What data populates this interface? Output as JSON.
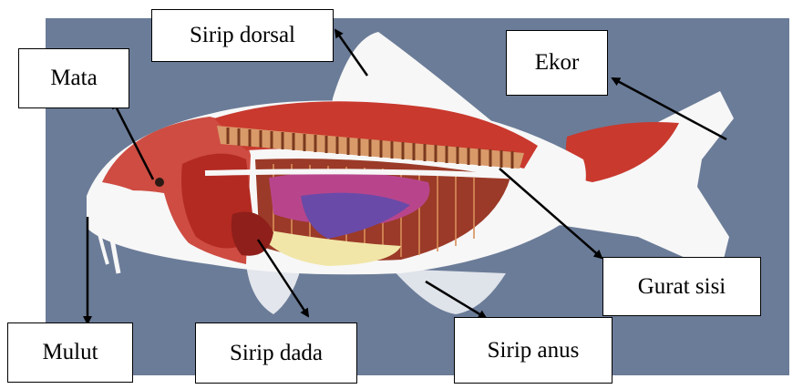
{
  "figure": {
    "colors": {
      "background": "#6b7c98",
      "body": "#f7f7f7",
      "flesh": "#c9392e",
      "spine": "#8a4a2a",
      "organ_pink": "#b8458c",
      "organ_purple": "#6a4aa8",
      "organ_yellow": "#f1e6a8",
      "arrow": "#000000"
    },
    "labels": {
      "sirip_dorsal": "Sirip dorsal",
      "mata": "Mata",
      "ekor": "Ekor",
      "gurat_sisi": "Gurat sisi",
      "mulut": "Mulut",
      "sirip_dada": "Sirip dada",
      "sirip_anus": "Sirip anus"
    }
  }
}
